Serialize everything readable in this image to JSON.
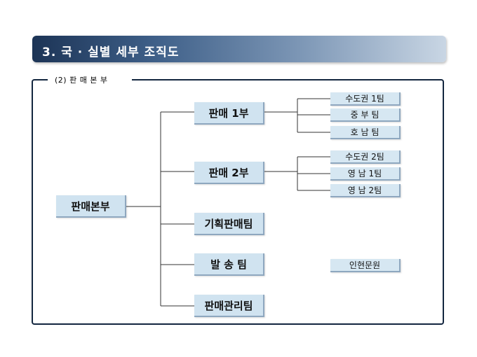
{
  "header": {
    "title": "3. 국 · 실별 세부 조직도"
  },
  "section": {
    "label": "(2) 판 매 본 부"
  },
  "org": {
    "root": "판매본부",
    "div1": "판매 1부",
    "div2": "판매 2부",
    "planning": "기획판매팀",
    "shipping": "발 송 팀",
    "mgmt": "판매관리팀",
    "div1_teams": [
      "수도권 1팀",
      "중 부 팀",
      "호 남 팀"
    ],
    "div2_teams": [
      "수도권 2팀",
      "영 남 1팀",
      "영 남 2팀"
    ],
    "note": "인현문원"
  },
  "colors": {
    "box_fill": "#d0e3f0",
    "frame": "#13263f",
    "title_dark": "#1c3456",
    "title_light": "#c9d6e4"
  }
}
